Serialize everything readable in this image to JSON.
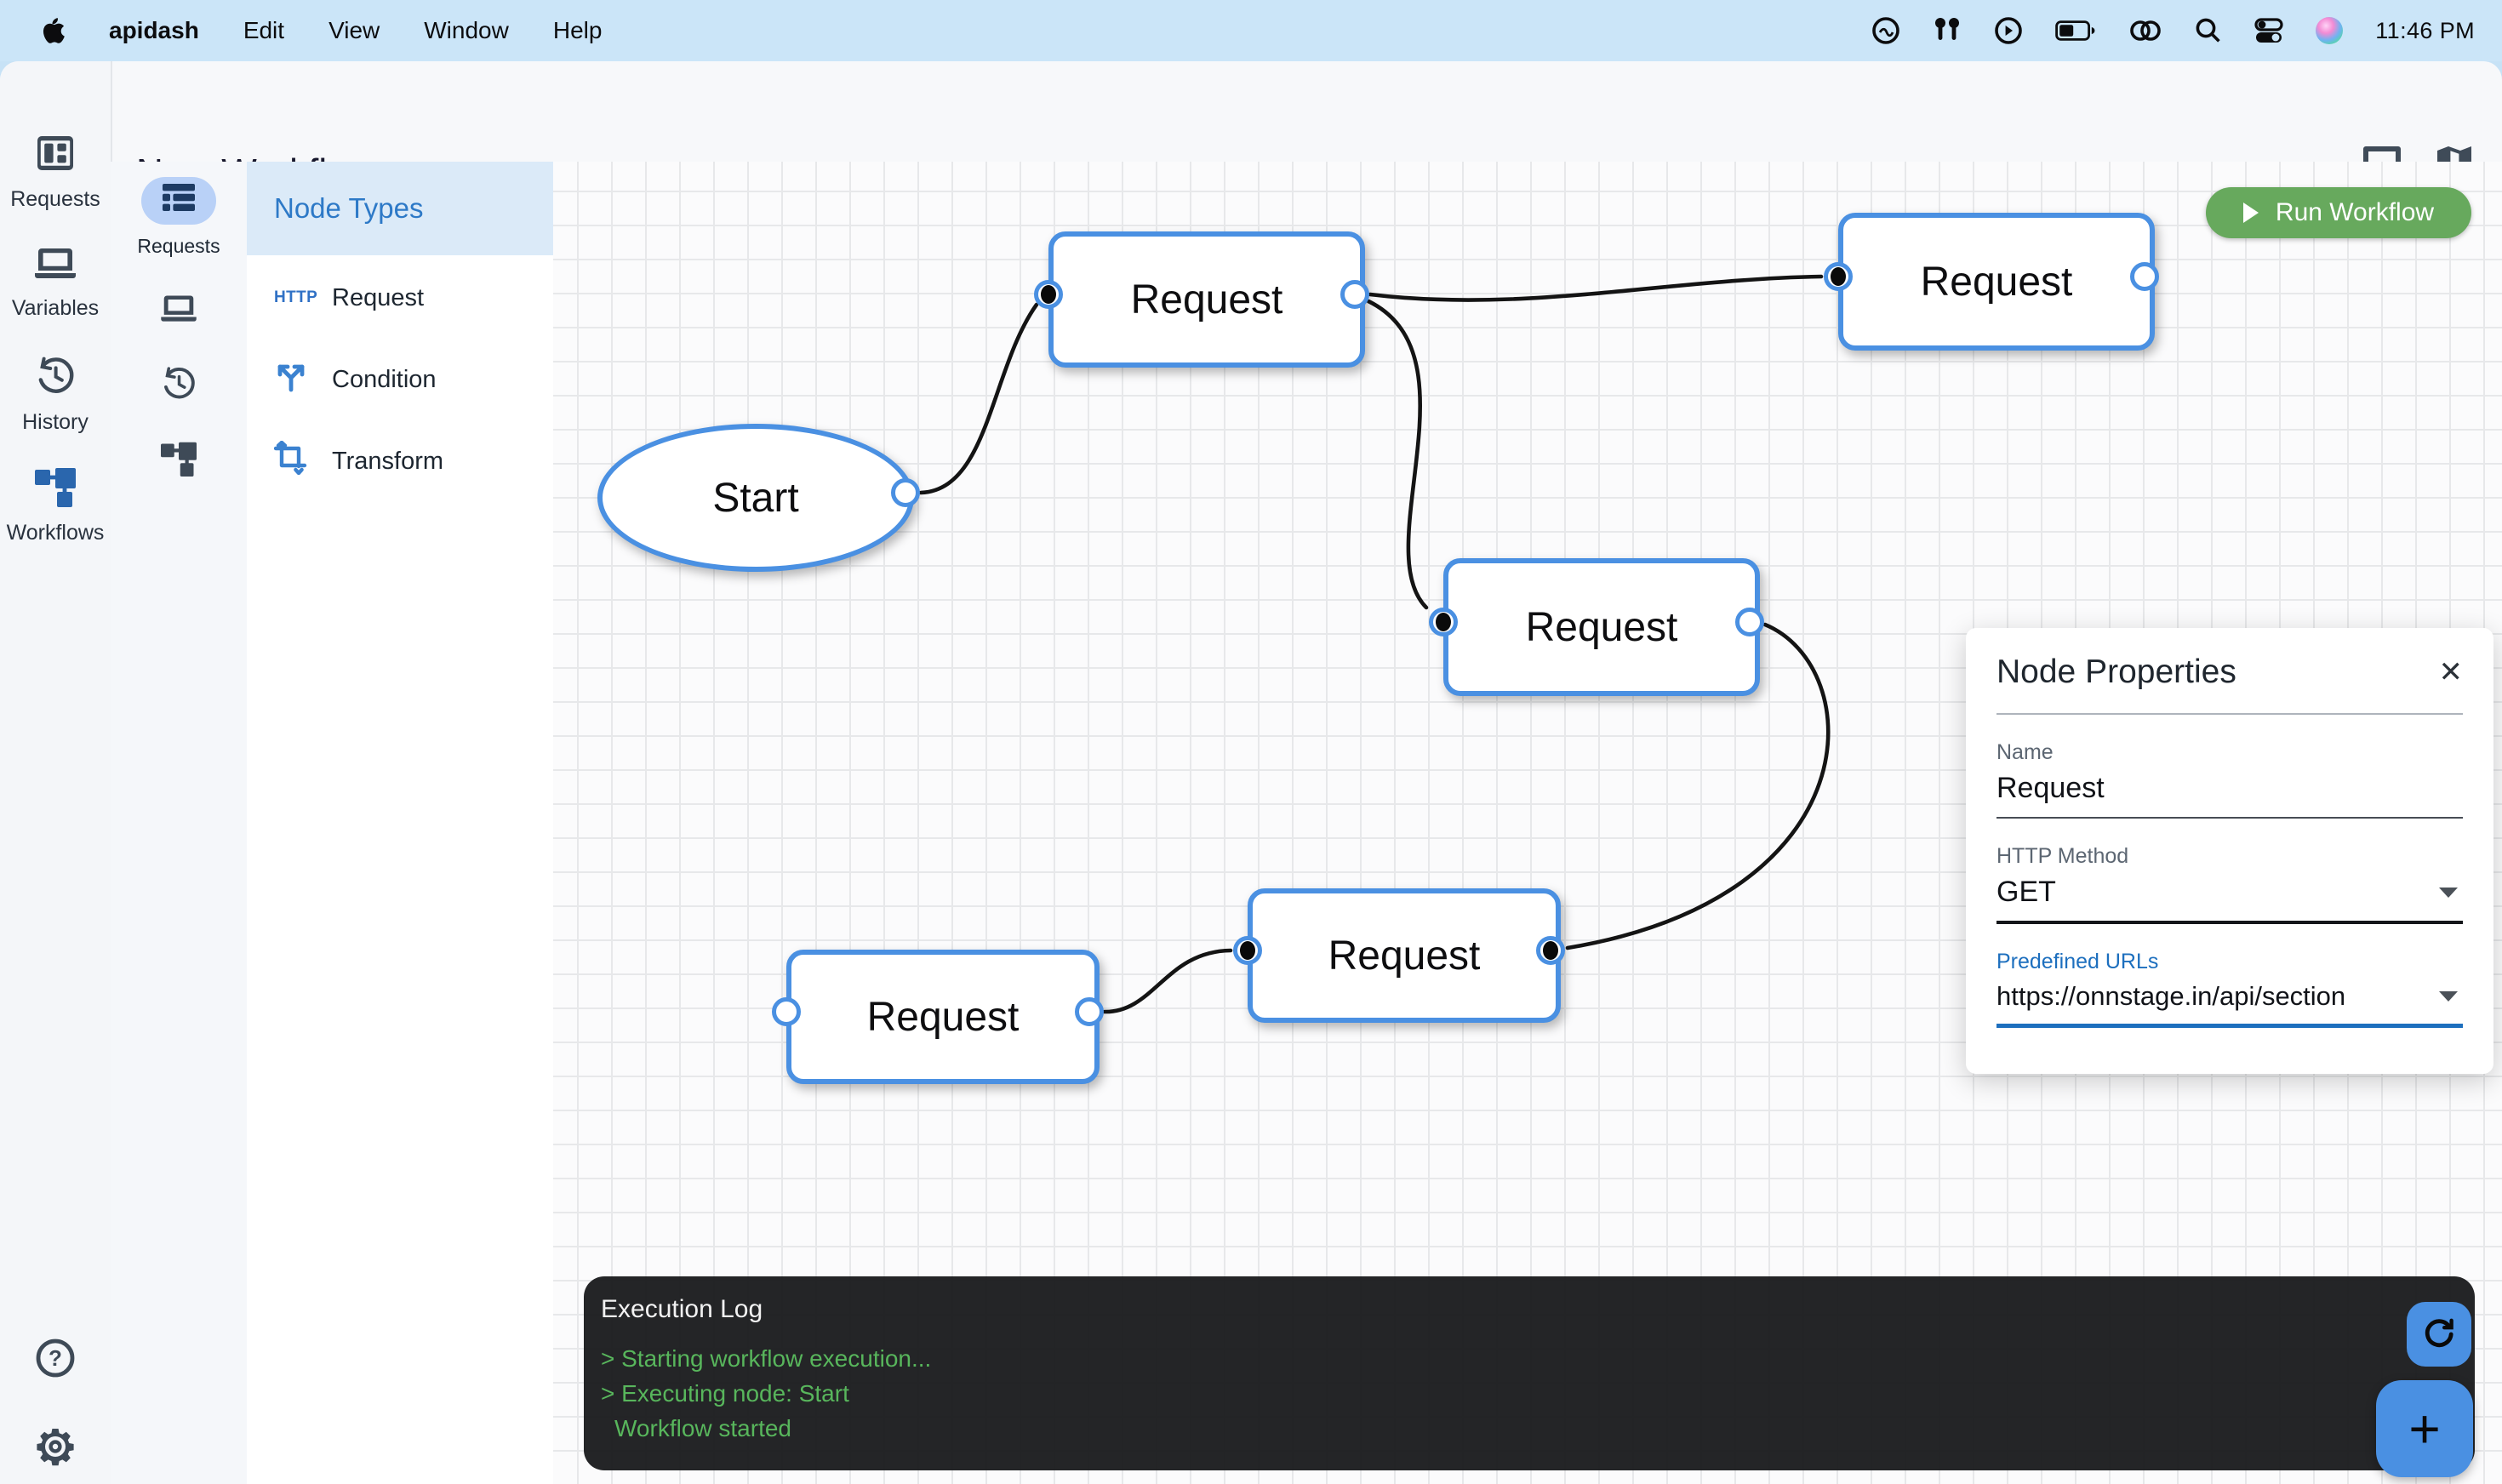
{
  "menu_bar": {
    "app_name": "apidash",
    "menus": [
      "Edit",
      "View",
      "Window",
      "Help"
    ],
    "status_icons": [
      "creative-cloud",
      "airpods",
      "play-circle",
      "battery",
      "linked-rings",
      "search",
      "control-center",
      "siri"
    ],
    "time": "11:46 PM"
  },
  "titlebar": {
    "title": "New Workflow",
    "right_icons": [
      "tray",
      "map"
    ]
  },
  "left_rail": {
    "items": [
      {
        "label": "Requests"
      },
      {
        "label": "Variables"
      },
      {
        "label": "History"
      },
      {
        "label": "Workflows"
      }
    ],
    "footer_icons": [
      "help",
      "settings"
    ]
  },
  "tool_rail": {
    "active": {
      "label": "Requests"
    },
    "icons": [
      "list",
      "laptop",
      "history",
      "workflow-tree"
    ]
  },
  "node_types": {
    "title": "Node Types",
    "items": [
      {
        "label": "Request",
        "badge": "HTTP"
      },
      {
        "label": "Condition"
      },
      {
        "label": "Transform"
      }
    ]
  },
  "canvas": {
    "run_button": "Run Workflow",
    "node_labels": {
      "start": "Start",
      "request": "Request"
    }
  },
  "properties": {
    "title": "Node Properties",
    "name_label": "Name",
    "name_value": "Request",
    "method_label": "HTTP Method",
    "method_value": "GET",
    "urls_label": "Predefined URLs",
    "urls_value": "https://onnstage.in/api/section"
  },
  "execution_log": {
    "title": "Execution Log",
    "lines": [
      "> Starting workflow execution...",
      "> Executing node: Start",
      "Workflow started"
    ]
  },
  "colors": {
    "accent_blue": "#4a90e2",
    "run_green": "#67a95d",
    "log_green": "#58b65c",
    "link_blue": "#1d6fbe"
  }
}
